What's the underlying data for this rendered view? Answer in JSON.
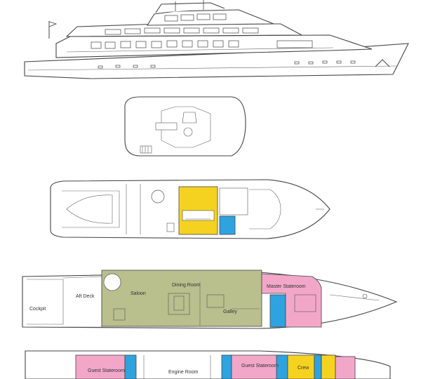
{
  "deck_plan": {
    "room_labels": {
      "saloon": "Saloon",
      "dining_room": "Dining Room",
      "galley": "Galley",
      "master_stateroom": "Master Stateroom",
      "aft_deck": "Aft Deck",
      "cockpit": "Cockpit",
      "guest_stateroom_1": "Guest Stateroom",
      "guest_stateroom_2": "Guest Stateroom",
      "engine_room": "Engine Room",
      "crew": "Crew"
    },
    "colors": {
      "living_area": "#b9bf8d",
      "stateroom": "#f2a7c9",
      "bathroom": "#2ea3e0",
      "helm_area": "#f5d21f",
      "outline": "#444444"
    }
  }
}
